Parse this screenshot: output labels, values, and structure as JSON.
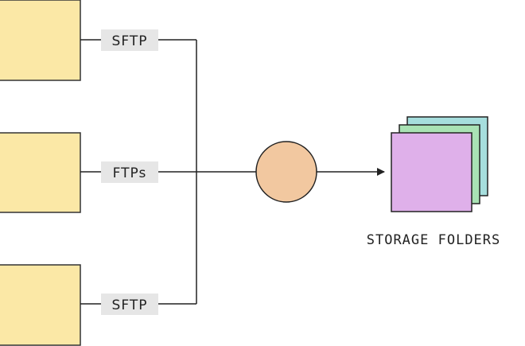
{
  "diagram": {
    "connections": [
      {
        "protocol": "SFTP"
      },
      {
        "protocol": "FTPs"
      },
      {
        "protocol": "SFTP"
      }
    ],
    "destination": {
      "label": "STORAGE FOLDERS"
    }
  },
  "colors": {
    "source_fill": "#fbe8a6",
    "source_stroke": "#333333",
    "label_bg": "#e6e6e6",
    "hub_fill": "#f2c8a0",
    "folder_back": "#a6dedd",
    "folder_middle": "#a9e2b4",
    "folder_front": "#dfb0ea",
    "line": "#222222"
  }
}
